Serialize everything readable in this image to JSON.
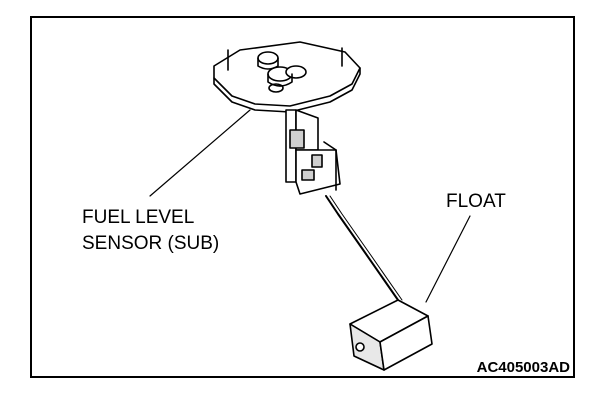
{
  "labels": {
    "sensor_line1": "FUEL LEVEL",
    "sensor_line2": "SENSOR (SUB)",
    "float": "FLOAT"
  },
  "figure_code": "AC405003AD",
  "colors": {
    "line": "#000000",
    "background": "#ffffff",
    "shade": "#cfcfcf"
  }
}
